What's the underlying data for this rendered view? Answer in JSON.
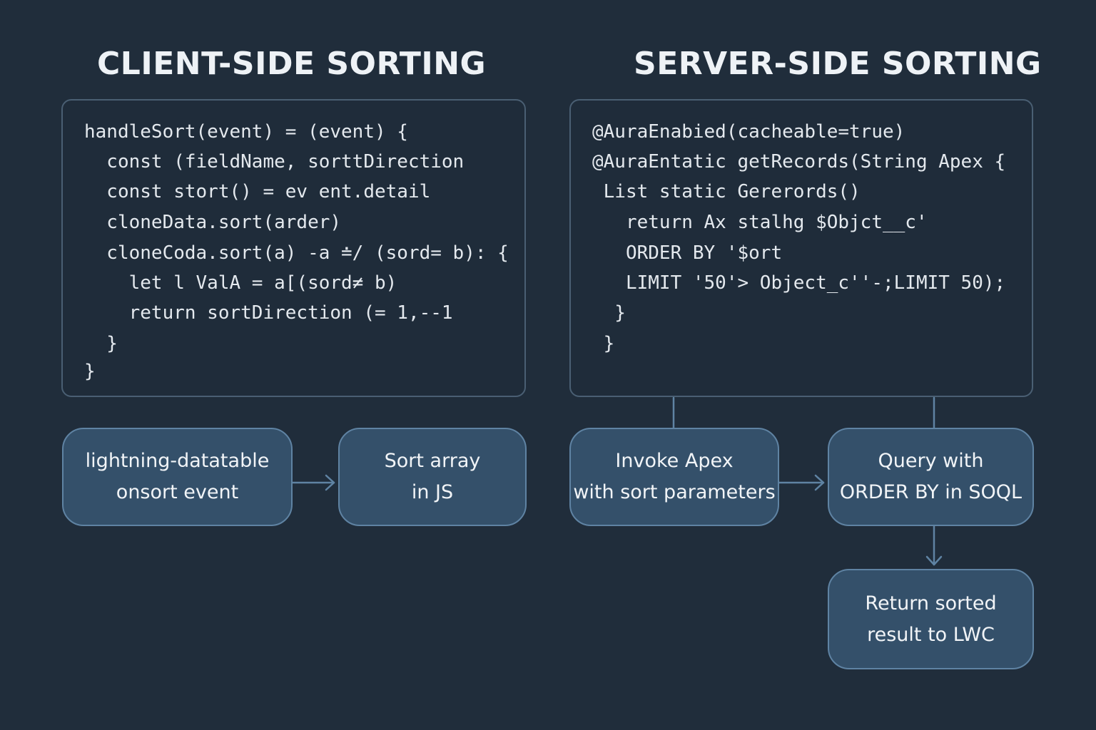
{
  "left": {
    "title": "CLIENT-SIDE SORTING",
    "code": [
      "handleSort(event) = (event) {",
      "  const (fieldName, sorttDirection",
      "  const stort() = ev ent.detail",
      "  cloneData.sort(arder)",
      "  cloneCoda.sort(a) -a ≐/ (sord= b): {",
      "    let l ValA = a[(sord≠ b)",
      "    return sortDirection (= 1,--1",
      "  }",
      "}"
    ],
    "steps": [
      {
        "lines": [
          "lightning-datatable",
          "onsort event"
        ]
      },
      {
        "lines": [
          "Sort array",
          "in JS"
        ]
      }
    ]
  },
  "right": {
    "title": "SERVER-SIDE SORTING",
    "code": [
      "@AuraEnabied(cacheable=true)",
      "@AuraEntatic getRecords(String Apex {",
      " List static Gererords()",
      "   return Ax stalhg $Objct__c'",
      "   ORDER BY '$ort",
      "   LIMIT '50'> Object_c''-;LIMIT 50);",
      "  }",
      " }"
    ],
    "steps": [
      {
        "lines": [
          "Invoke Apex",
          "with sort parameters"
        ]
      },
      {
        "lines": [
          "Query with",
          "ORDER BY in SOQL"
        ]
      },
      {
        "lines": [
          "Return sorted",
          "result to LWC"
        ]
      }
    ]
  }
}
